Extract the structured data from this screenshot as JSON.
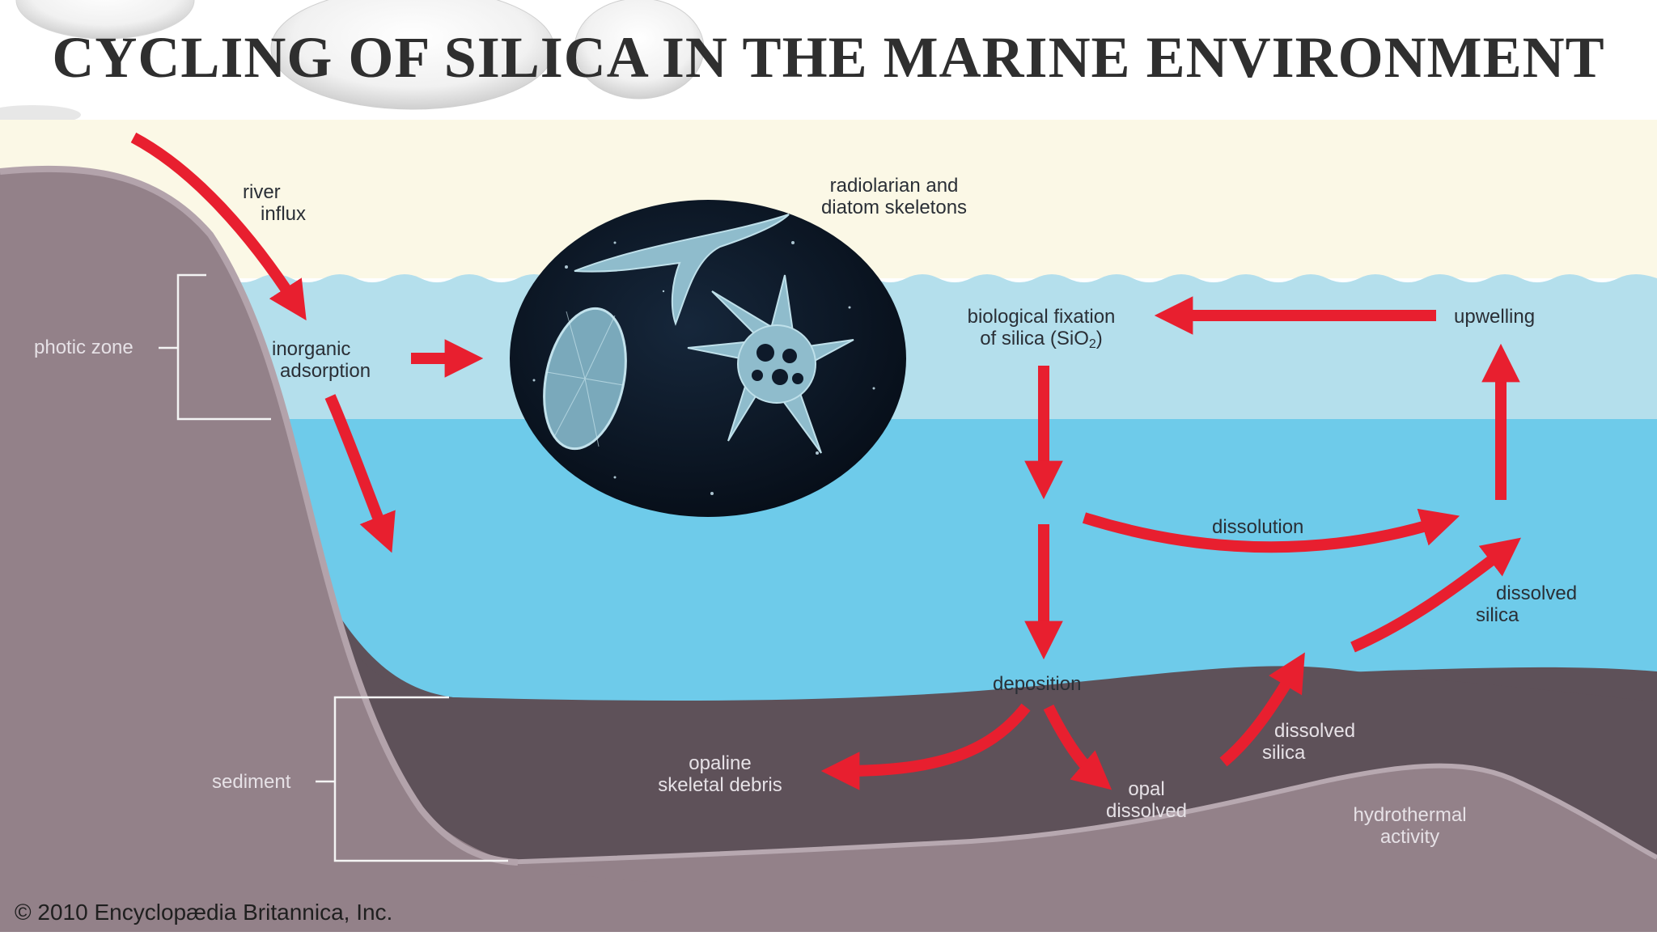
{
  "title": "CYCLING OF SILICA IN THE MARINE ENVIRONMENT",
  "colors": {
    "sky": "#fbf8e6",
    "photic_water": "#b4dfec",
    "deep_water": "#6ecbea",
    "land": "#938189",
    "sediment": "#5e5159",
    "arrow": "#e81f2f",
    "circle_bg": "#0e1a2a",
    "skeleton": "#8fbccc"
  },
  "labels": {
    "river_influx": [
      "river",
      "influx"
    ],
    "photic_zone": "photic zone",
    "inorganic_adsorption": [
      "inorganic",
      "adsorption"
    ],
    "skeletons": [
      "radiolarian and",
      "diatom skeletons"
    ],
    "biological_fixation_line1": "biological fixation",
    "biological_fixation_line2_prefix": "of silica (SiO",
    "biological_fixation_sub": "2",
    "biological_fixation_suffix": ")",
    "upwelling": "upwelling",
    "dissolution": "dissolution",
    "dissolved_silica_upper": [
      "dissolved",
      "silica"
    ],
    "deposition": "deposition",
    "opaline_debris": [
      "opaline",
      "skeletal debris"
    ],
    "opal_dissolved": [
      "opal",
      "dissolved"
    ],
    "dissolved_silica_lower": [
      "dissolved",
      "silica"
    ],
    "sediment": "sediment",
    "hydrothermal": [
      "hydrothermal",
      "activity"
    ]
  },
  "copyright": "© 2010 Encyclopædia Britannica, Inc."
}
